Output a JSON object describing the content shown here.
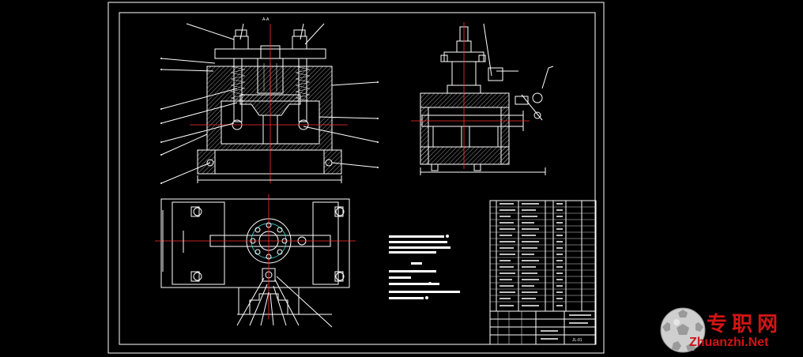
{
  "drawing": {
    "title_block_code": "JL-01",
    "section_mark_top": "A-A"
  },
  "watermark": {
    "text_cn": "专职网",
    "text_en": "Zhuanzhi.Net"
  },
  "colors": {
    "background": "#000000",
    "lines": "#ffffff",
    "centerline": "#ff3030",
    "dimension": "#40e0e0",
    "watermark": "#d21414"
  }
}
